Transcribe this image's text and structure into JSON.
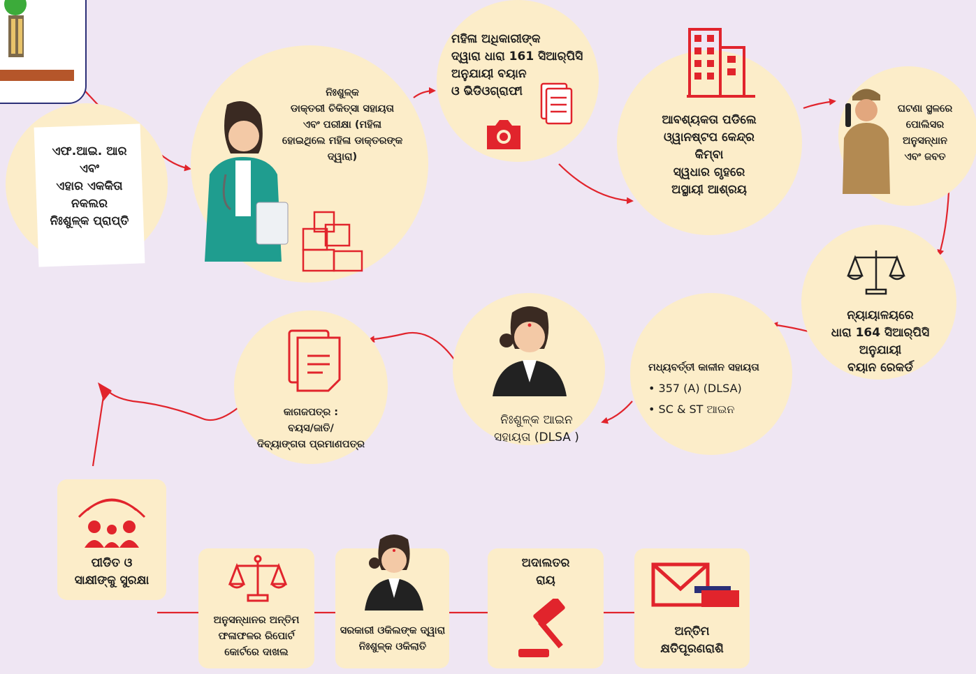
{
  "steps": {
    "fir": {
      "lines": [
        "ଏଫ.ଆଇ. ଆର",
        "ଏବଂ",
        "ଏହାର ଏକକିତା",
        "ନକଲର",
        "ନିଃଶୁଳ୍କ ପ୍ରାପ୍ତି"
      ]
    },
    "medical": {
      "lines": [
        "ନିଃଶୁଳ୍କ",
        "ଡାକ୍ତରୀ ଚିକିତ୍ସା ସହାୟତା",
        "ଏବଂ ପରୀକ୍ଷା (ମହିଳା",
        "ହୋଇଥିଲେ ମହିଳା ଡାକ୍ତରଙ୍କ",
        "ଦ୍ୱାରା)"
      ]
    },
    "statement161": {
      "lines": [
        "ମହିଳା ଅଧିକାରୀଙ୍କ",
        "ଦ୍ୱାରା ଧାରା 161 ସିଆର୍‌ପିସି",
        "ଅନୁଯାୟୀ ବୟାନ",
        "ଓ ଭିଡିଓଗ୍ରାଫୀ"
      ]
    },
    "shelter": {
      "lines": [
        "ଆବଶ୍ୟକତା ପଡିଲେ",
        "ଓ୍ୱାନଷ୍ଟପ କେନ୍ଦ୍ର",
        "କିମ୍ବା",
        "ସ୍ୱଧାର ଗୃହରେ",
        "ଅସ୍ଥାୟୀ ଆଶ୍ରୟ"
      ]
    },
    "police": {
      "lines": [
        "ଘଟଣା ସ୍ଥଳରେ",
        "ପୋଲିସର",
        "ଅନୁସନ୍ଧାନ",
        "ଏବଂ ଜବତ"
      ]
    },
    "statement164": {
      "lines": [
        "ନ୍ୟାୟାଳୟରେ",
        "ଧାରା 164 ସିଆର୍‌ପିସି",
        "ଅନୁଯାୟୀ",
        "ବୟାନ ରେକର୍ଡ"
      ]
    },
    "interim": {
      "title": "ମଧ୍ୟବର୍ତ୍ତୀ କାଳୀନ ସହାୟତା",
      "bullets": [
        "357 (A) (DLSA)",
        "SC & ST ଆଇନ"
      ]
    },
    "legal_aid": {
      "lines": [
        "ନିଃଶୁଳ୍କ ଆଇନ",
        "ସହାୟତା (DLSA )"
      ]
    },
    "documents": {
      "lines": [
        "କାଗଜପତ୍ର  :",
        "ବୟସ/ଜାତି/",
        "ଦିବ୍ୟାଙ୍ଗତା ପ୍ରମାଣପତ୍ର"
      ]
    },
    "protection": {
      "lines": [
        "ପୀଡିତ ଓ",
        "ସାକ୍ଷୀଙ୍କୁ ସୁରକ୍ଷା"
      ]
    },
    "final_report": {
      "lines": [
        "ଅନୁସନ୍ଧାନର ଅନ୍ତିମ",
        "ଫଳାଫଳର ରିପୋର୍ଟ",
        "କୋର୍ଟରେ ଦାଖଲ"
      ]
    },
    "prosecutor": {
      "lines": [
        "ସରକାରୀ ଓକିଲଙ୍କ ଦ୍ୱାରା",
        "ନିଃଶୁଳ୍କ ଓକିଲାତି"
      ]
    },
    "judgment": {
      "lines": [
        "ଅଦାଲତର",
        "ରାୟ"
      ]
    },
    "compensation": {
      "lines": [
        "ଅନ୍ତିମ",
        "କ୍ଷତିପୂରଣରାଶି"
      ]
    }
  },
  "colors": {
    "background": "#efe6f3",
    "node": "#fcedc9",
    "accent": "#e1242c",
    "navy": "#2b2f77"
  },
  "icons": [
    "girl-illustration",
    "doctor-illustration",
    "boxes-icon",
    "document-icon",
    "camera-icon",
    "building-icon",
    "police-illustration",
    "scales-icon",
    "lawyer-illustration",
    "papers-icon",
    "protection-icon",
    "gavel-icon",
    "envelope-icon"
  ]
}
